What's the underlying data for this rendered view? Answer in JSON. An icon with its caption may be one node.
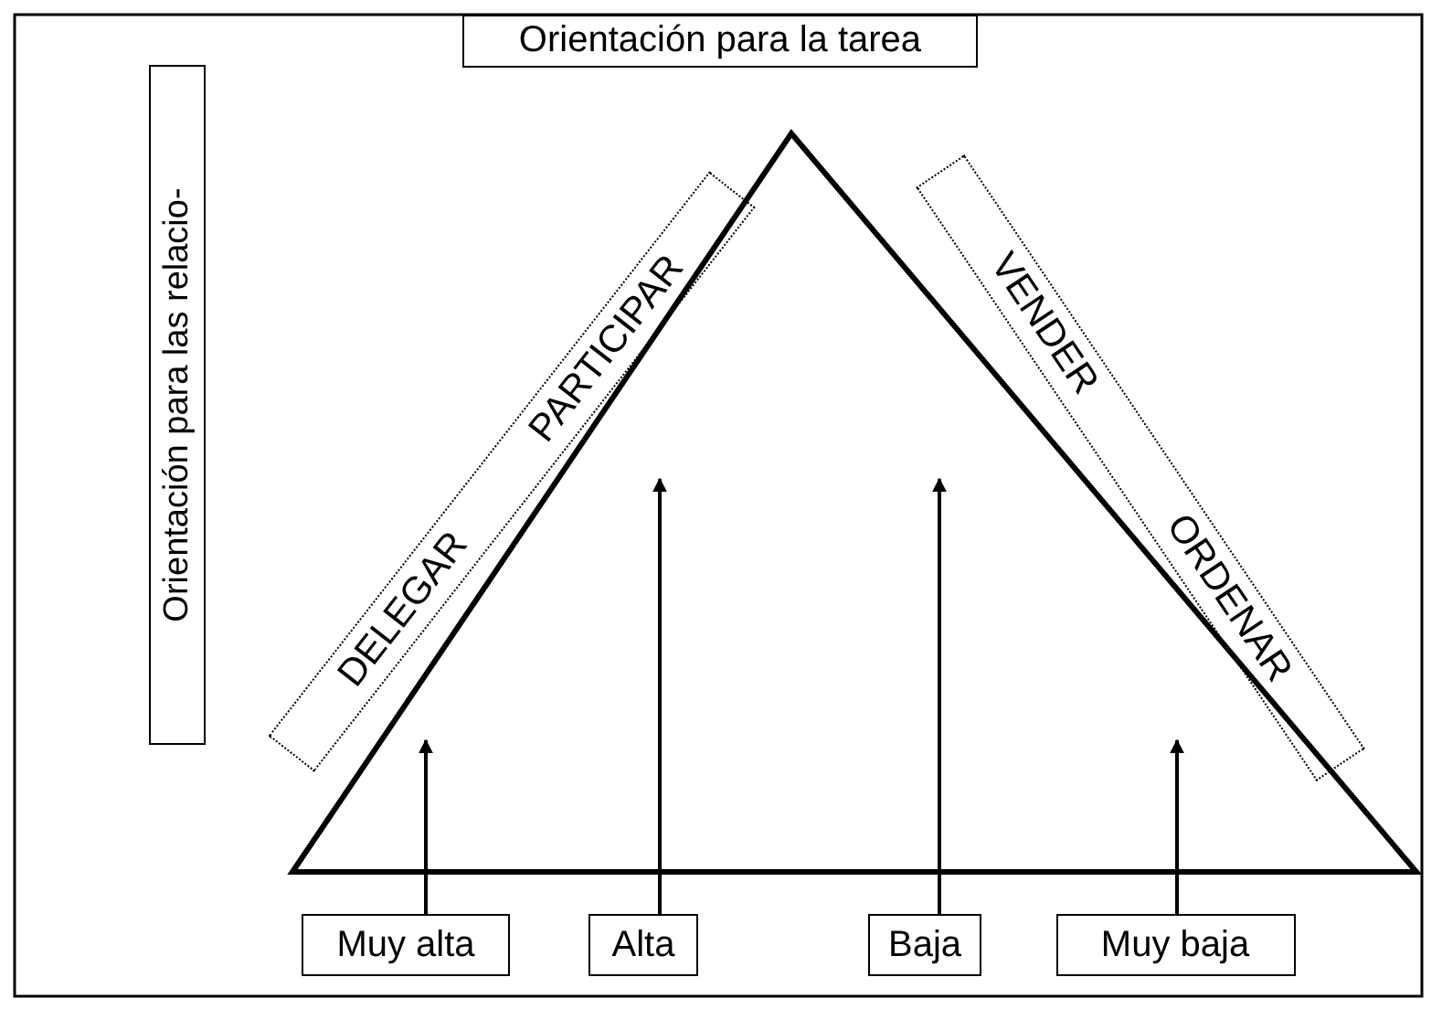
{
  "diagram": {
    "nodes": [
      {
        "text": [
          "Orientación para la tarea"
        ]
      },
      {
        "text": [
          "Orientación para las relacio-"
        ]
      },
      {
        "text": [
          "DELEGAR",
          "PARTICIPAR"
        ]
      },
      {
        "text": [
          "VENDER",
          "ORDENAR"
        ]
      },
      {
        "text": [
          "Muy alta"
        ]
      },
      {
        "text": [
          "Alta"
        ]
      },
      {
        "text": [
          "Baja"
        ]
      },
      {
        "text": [
          "Muy baja"
        ]
      }
    ],
    "edges": [
      {
        "from": 4,
        "to": 2,
        "arrow": "to"
      },
      {
        "from": 5,
        "to": 2,
        "arrow": "to"
      },
      {
        "from": 6,
        "to": 3,
        "arrow": "to"
      },
      {
        "from": 7,
        "to": 3,
        "arrow": "to"
      }
    ]
  }
}
